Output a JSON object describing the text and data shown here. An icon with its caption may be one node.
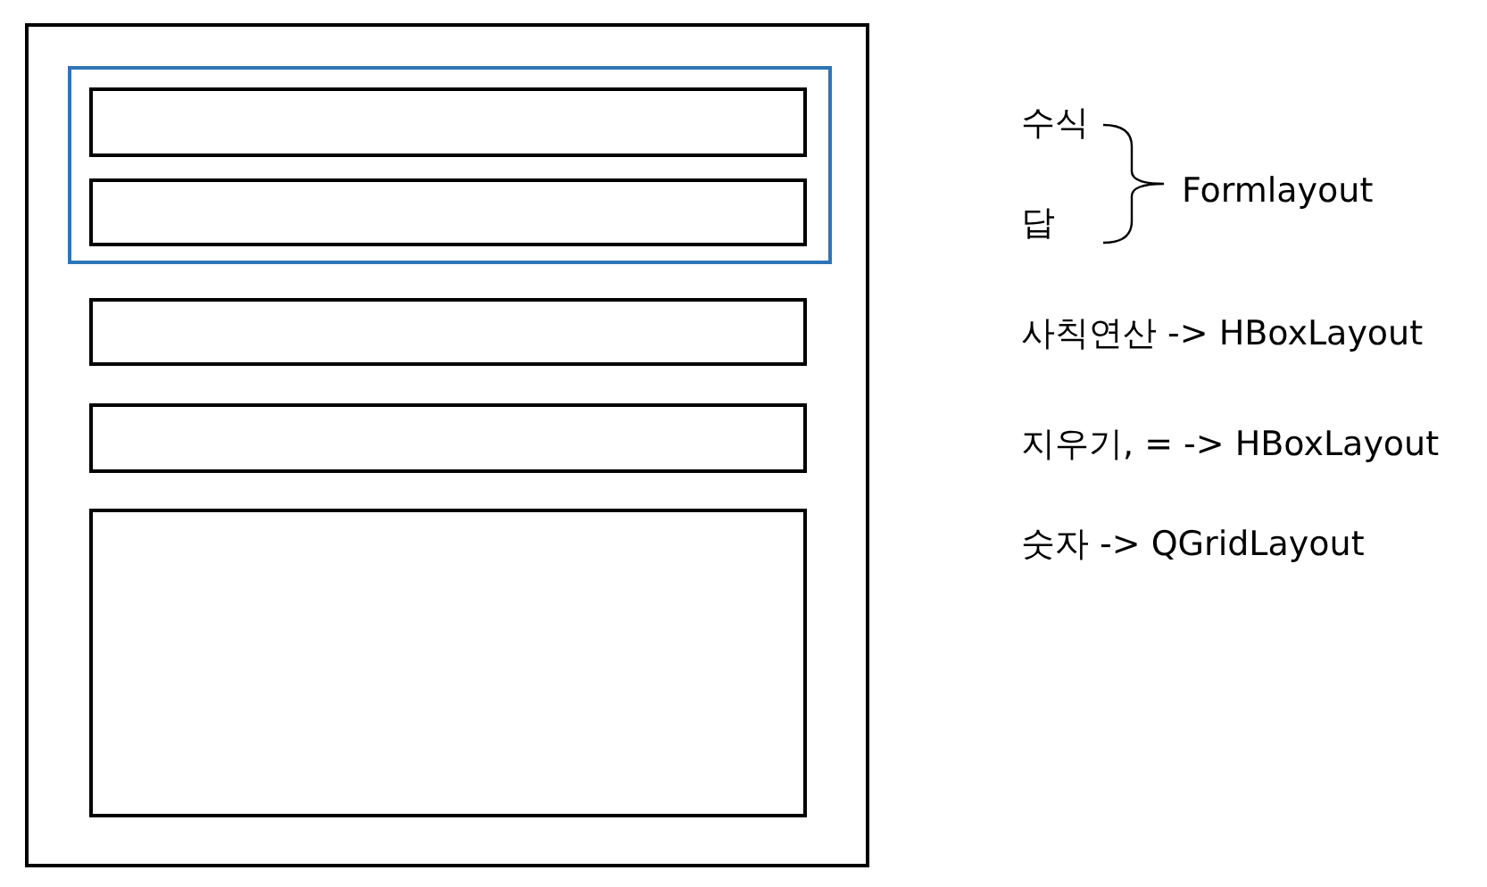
{
  "diagram": {
    "nodes": [
      {
        "text": [],
        "shape": "box"
      },
      {
        "text": [],
        "shape": "box",
        "in": 0
      },
      {
        "text": [],
        "shape": "box",
        "in": 1
      },
      {
        "text": [],
        "shape": "box",
        "in": 1
      },
      {
        "text": [],
        "shape": "box",
        "in": 0
      },
      {
        "text": [],
        "shape": "box",
        "in": 0
      },
      {
        "text": [],
        "shape": "box",
        "in": 0
      }
    ],
    "labels": [
      "수식",
      "답",
      "Formlayout",
      "사칙연산 -> HBoxLayout",
      "지우기, = -> HBoxLayout",
      "숫자 -> QGridLayout"
    ]
  }
}
